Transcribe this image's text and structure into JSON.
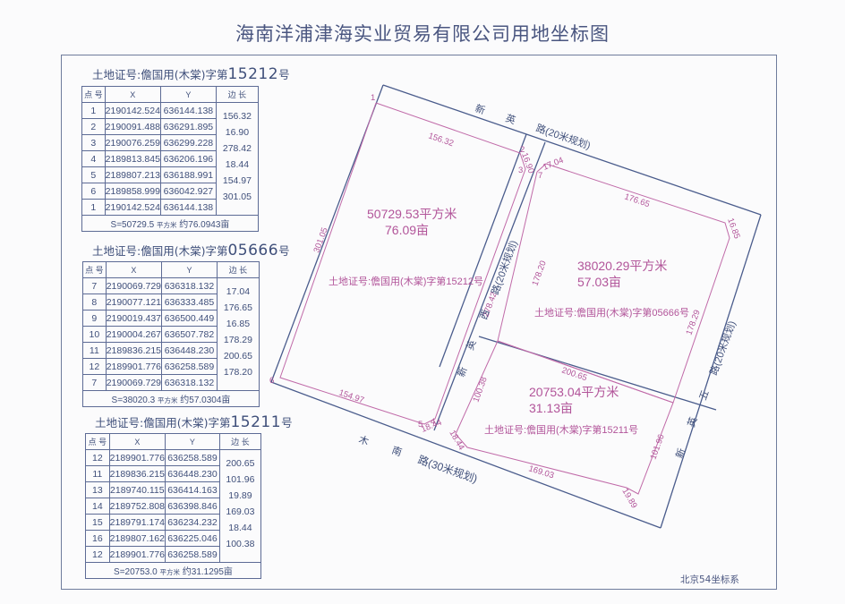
{
  "title": "海南洋浦津海实业贸易有限公司用地坐标图",
  "coordinate_system": "北京54坐标系",
  "parcels": [
    {
      "cert_prefix": "土地证号:儋国用(木棠)字第",
      "cert_number": "15212",
      "cert_suffix": "号",
      "headers": [
        "点 号",
        "X",
        "Y",
        "边 长"
      ],
      "points": [
        {
          "id": "1",
          "x": "2190142.524",
          "y": "636144.138"
        },
        {
          "id": "2",
          "x": "2190091.488",
          "y": "636291.895"
        },
        {
          "id": "3",
          "x": "2190076.259",
          "y": "636299.228"
        },
        {
          "id": "4",
          "x": "2189813.845",
          "y": "636206.196"
        },
        {
          "id": "5",
          "x": "2189807.213",
          "y": "636188.991"
        },
        {
          "id": "6",
          "x": "2189858.999",
          "y": "636042.927"
        },
        {
          "id": "1",
          "x": "2190142.524",
          "y": "636144.138"
        }
      ],
      "edge_lengths": [
        "156.32",
        "16.90",
        "278.42",
        "18.44",
        "154.97",
        "301.05"
      ],
      "area_sqm": "S=50729.5",
      "area_unit": "平方米",
      "area_mu": "约76.0943亩",
      "map_area_sqm": "50729.53平方米",
      "map_area_mu": "76.09亩",
      "map_label": "土地证号:儋国用(木棠)字第15212号"
    },
    {
      "cert_prefix": "土地证号:儋国用(木棠)字第",
      "cert_number": "05666",
      "cert_suffix": "号",
      "headers": [
        "点 号",
        "X",
        "Y",
        "边 长"
      ],
      "points": [
        {
          "id": "7",
          "x": "2190069.729",
          "y": "636318.132"
        },
        {
          "id": "8",
          "x": "2190077.121",
          "y": "636333.485"
        },
        {
          "id": "9",
          "x": "2190019.437",
          "y": "636500.449"
        },
        {
          "id": "10",
          "x": "2190004.267",
          "y": "636507.782"
        },
        {
          "id": "11",
          "x": "2189836.215",
          "y": "636448.230"
        },
        {
          "id": "12",
          "x": "2189901.776",
          "y": "636258.589"
        },
        {
          "id": "7",
          "x": "2190069.729",
          "y": "636318.132"
        }
      ],
      "edge_lengths": [
        "17.04",
        "176.65",
        "16.85",
        "178.29",
        "200.65",
        "178.20"
      ],
      "area_sqm": "S=38020.3",
      "area_unit": "平方米",
      "area_mu": "约57.0304亩",
      "map_area_sqm": "38020.29平方米",
      "map_area_mu": "57.03亩",
      "map_label": "土地证号:儋国用(木棠)字第05666号"
    },
    {
      "cert_prefix": "土地证号:儋国用(木棠)字第",
      "cert_number": "15211",
      "cert_suffix": "号",
      "headers": [
        "点 号",
        "X",
        "Y",
        "边 长"
      ],
      "points": [
        {
          "id": "12",
          "x": "2189901.776",
          "y": "636258.589"
        },
        {
          "id": "11",
          "x": "2189836.215",
          "y": "636448.230"
        },
        {
          "id": "13",
          "x": "2189740.115",
          "y": "636414.163"
        },
        {
          "id": "14",
          "x": "2189752.808",
          "y": "636398.846"
        },
        {
          "id": "15",
          "x": "2189791.174",
          "y": "636234.232"
        },
        {
          "id": "16",
          "x": "2189807.162",
          "y": "636225.046"
        },
        {
          "id": "12",
          "x": "2189901.776",
          "y": "636258.589"
        }
      ],
      "edge_lengths": [
        "200.65",
        "101.96",
        "19.89",
        "169.03",
        "18.44",
        "100.38"
      ],
      "area_sqm": "S=20753.0",
      "area_unit": "平方米",
      "area_mu": "约31.1295亩",
      "map_area_sqm": "20753.04平方米",
      "map_area_mu": "31.13亩",
      "map_label": "土地证号:儋国用(木棠)字第15211号"
    }
  ],
  "map": {
    "roads": {
      "north": {
        "chars": [
          "新",
          "英",
          "路(20米规划)"
        ]
      },
      "middle": {
        "chars": [
          "新",
          "英",
          "西",
          "路(20米规划)"
        ]
      },
      "east": {
        "chars": [
          "新",
          "英",
          "五",
          "路(20米规划)"
        ]
      },
      "south": {
        "chars": [
          "木",
          "南",
          "路(30米规划)"
        ]
      }
    },
    "point_labels": [
      "1",
      "2",
      "3",
      "4",
      "5",
      "6",
      "7"
    ],
    "edge_labels": {
      "p1_top": "156.32",
      "p1_23": "16.90",
      "p1_34": "278.42",
      "p1_45": "18.44",
      "p1_56": "154.97",
      "p1_61": "301.05",
      "p2_78": "17.04",
      "p2_89": "176.65",
      "p2_910": "16.85",
      "p2_1011": "178.29",
      "p2_1112": "200.65",
      "p2_127": "178.20",
      "p3_1113": "101.96",
      "p3_1314": "19.89",
      "p3_1415": "169.03",
      "p3_1516": "18.44",
      "p3_1612": "100.38"
    },
    "colors": {
      "road": "#4a5c8c",
      "parcel": "#c06aa8",
      "text_blue": "#3f4f7a",
      "text_magenta": "#b2559a"
    }
  }
}
